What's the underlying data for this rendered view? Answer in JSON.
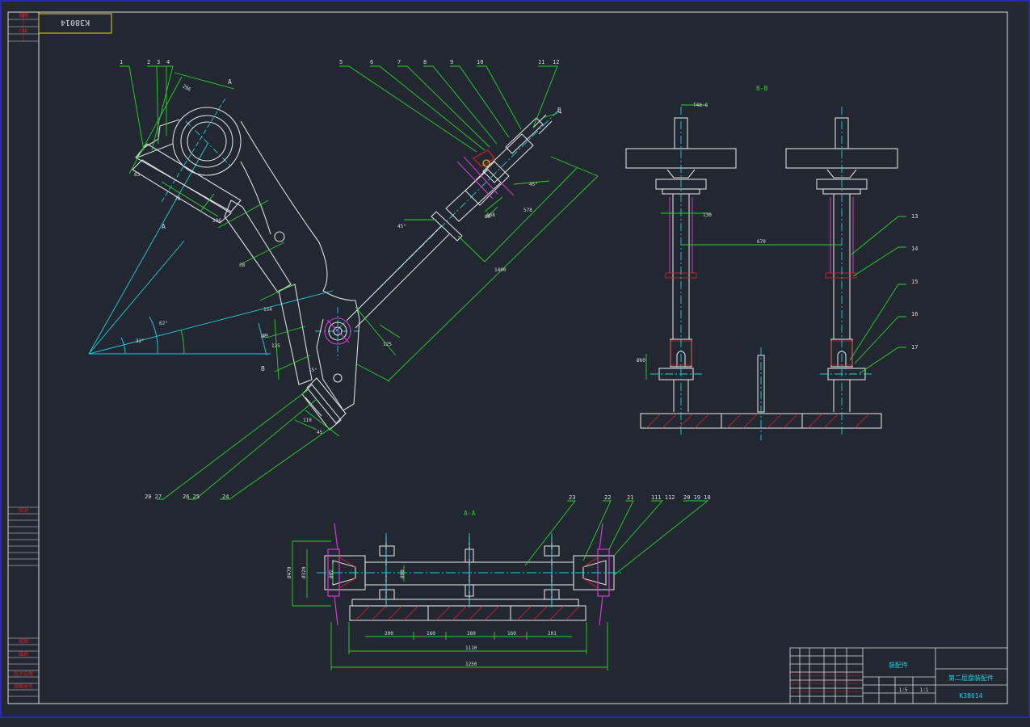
{
  "drawing": {
    "stamp_code": "K38014",
    "section_bb": "B-B",
    "section_aa": "A-A",
    "view_mark_a": "A",
    "view_mark_b": "B",
    "part_title": "装配件",
    "product_name": "第二层盘装配件",
    "drawing_code": "K38014",
    "scale_1": "1:5",
    "scale_2": "1:1",
    "left_strip_labels": [
      "描图",
      "CAD",
      "校对",
      "底图",
      "描校",
      "签字日期",
      "底图总号"
    ],
    "balloons_top": [
      "1",
      "2",
      "3",
      "4",
      "5",
      "6",
      "7",
      "8",
      "9",
      "10",
      "11",
      "12"
    ],
    "balloons_right": [
      "13",
      "14",
      "15",
      "16",
      "17"
    ],
    "balloons_bottom_left": [
      "28 27",
      "26 25",
      "24"
    ],
    "balloons_aa": [
      "23",
      "22",
      "21",
      "111 112",
      "20 19 18"
    ],
    "dims_main": [
      "296",
      "63",
      "78",
      "296",
      "38",
      "154",
      "45",
      "125",
      "17°",
      "62°",
      "32°",
      "45°",
      "15°",
      "110",
      "45",
      "168",
      "578",
      "1400",
      "125",
      "45°",
      "Ø6"
    ],
    "dims_bb": [
      "T48-8",
      "130",
      "670",
      "Ø60"
    ],
    "dims_aa": [
      "Ø470",
      "Ø320",
      "Ø82",
      "Ø80",
      "200",
      "160",
      "280",
      "160",
      "201",
      "1110",
      "1250"
    ]
  },
  "colors": {
    "background": "#222732",
    "line_white": "#dcdcdc",
    "line_green": "#25d625",
    "line_cyan": "#1ecfe0",
    "line_red": "#e02020",
    "line_magenta": "#d13ad1",
    "line_yellow": "#e0d020"
  }
}
